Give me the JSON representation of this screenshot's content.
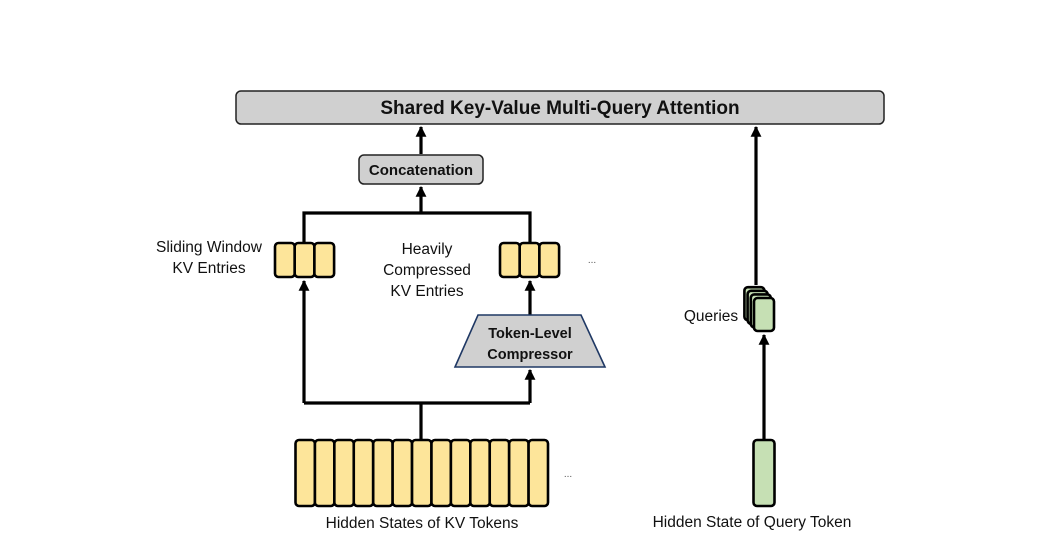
{
  "title_box": {
    "label": "Shared Key-Value Multi-Query Attention"
  },
  "concat_box": {
    "label": "Concatenation"
  },
  "compressor": {
    "line1": "Token-Level",
    "line2": "Compressor"
  },
  "labels": {
    "sliding_window": [
      "Sliding Window",
      "KV Entries"
    ],
    "heavily_compressed": [
      "Heavily",
      "Compressed",
      "KV Entries"
    ],
    "queries": "Queries",
    "kv_tokens": "Hidden States of KV Tokens",
    "query_token": "Hidden State of Query Token"
  },
  "ellipsis": "...",
  "counts": {
    "sliding_window_entries": 3,
    "compressed_entries": 3,
    "kv_hidden_states": 13,
    "stacked_queries": 4
  },
  "colors": {
    "kv_fill": "#fde59a",
    "query_fill": "#c6e0b4",
    "box_fill": "#d0d0d0",
    "compressor_stroke": "#1f3864"
  }
}
